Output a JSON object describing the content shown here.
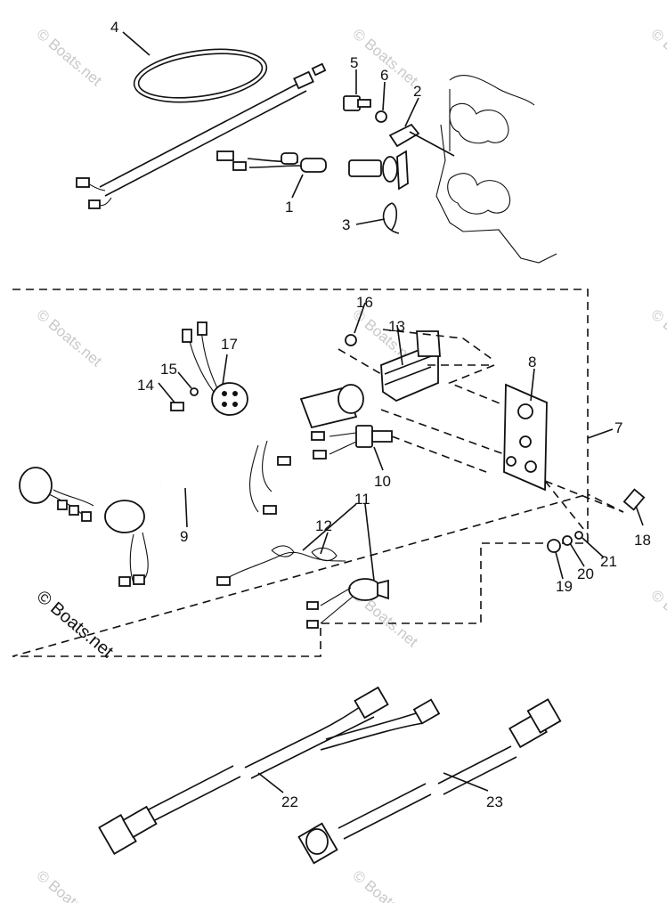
{
  "watermark": {
    "text": "© Boats.net"
  },
  "callouts": [
    {
      "id": "4",
      "text": "4"
    },
    {
      "id": "5",
      "text": "5"
    },
    {
      "id": "6",
      "text": "6"
    },
    {
      "id": "2",
      "text": "2"
    },
    {
      "id": "1",
      "text": "1"
    },
    {
      "id": "3",
      "text": "3"
    },
    {
      "id": "16",
      "text": "16"
    },
    {
      "id": "13",
      "text": "13"
    },
    {
      "id": "17",
      "text": "17"
    },
    {
      "id": "15",
      "text": "15"
    },
    {
      "id": "14",
      "text": "14"
    },
    {
      "id": "8",
      "text": "8"
    },
    {
      "id": "7",
      "text": "7"
    },
    {
      "id": "10",
      "text": "10"
    },
    {
      "id": "11",
      "text": "11"
    },
    {
      "id": "12",
      "text": "12"
    },
    {
      "id": "9",
      "text": "9"
    },
    {
      "id": "18",
      "text": "18"
    },
    {
      "id": "21",
      "text": "21"
    },
    {
      "id": "20",
      "text": "20"
    },
    {
      "id": "19",
      "text": "19"
    },
    {
      "id": "22",
      "text": "22"
    },
    {
      "id": "23",
      "text": "23"
    }
  ]
}
